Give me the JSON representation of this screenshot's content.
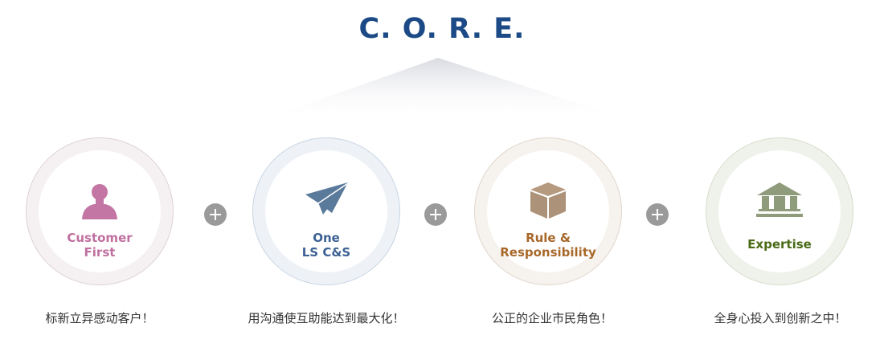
{
  "title": "C. O. R. E.",
  "values": [
    {
      "line1": "Customer",
      "line2": "First",
      "caption": "标新立异感动客户！",
      "color": "#c0709f",
      "icon": "person-icon"
    },
    {
      "line1": "One",
      "line2": "LS C&S",
      "caption": "用沟通使互助能达到最大化！",
      "color": "#3d6294",
      "icon": "paper-plane-icon"
    },
    {
      "line1": "Rule &",
      "line2": "Responsibility",
      "caption": "公正的企业市民角色！",
      "color": "#a8682a",
      "icon": "box-icon"
    },
    {
      "line1": "Expertise",
      "line2": "",
      "caption": "全身心投入到创新之中！",
      "color": "#4a6a16",
      "icon": "bank-icon"
    }
  ]
}
